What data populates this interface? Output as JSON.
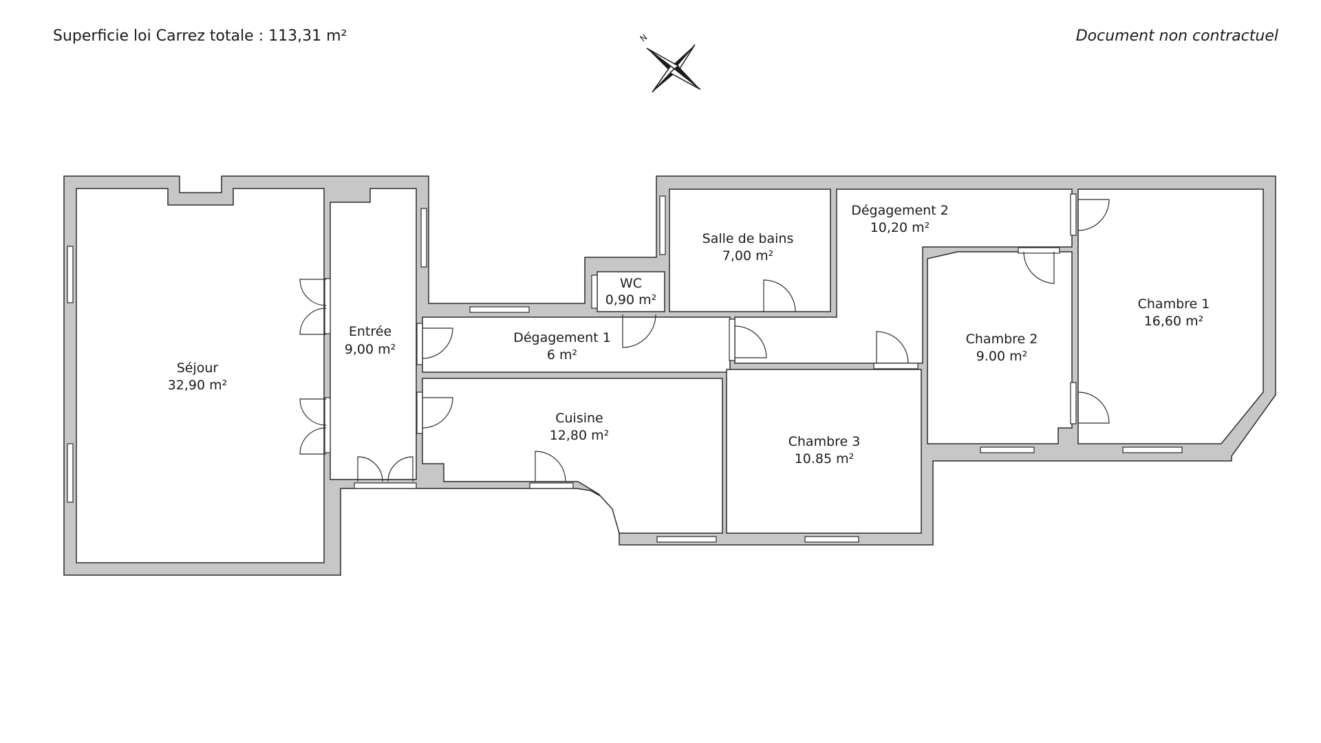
{
  "header": {
    "surface_total": "Superficie loi Carrez totale : 113,31 m²",
    "disclaimer": "Document non contractuel"
  },
  "compass": {
    "north_label": "N"
  },
  "rooms": {
    "sejour": {
      "name": "Séjour",
      "area": "32,90 m²"
    },
    "entree": {
      "name": "Entrée",
      "area": "9,00 m²"
    },
    "degagement1": {
      "name": "Dégagement 1",
      "area": "6 m²"
    },
    "cuisine": {
      "name": "Cuisine",
      "area": "12,80 m²"
    },
    "wc": {
      "name": "WC",
      "area": "0,90 m²"
    },
    "salle_bains": {
      "name": "Salle de bains",
      "area": "7,00 m²"
    },
    "degagement2": {
      "name": "Dégagement 2",
      "area": "10,20 m²"
    },
    "chambre3": {
      "name": "Chambre 3",
      "area": "10.85 m²"
    },
    "chambre2": {
      "name": "Chambre 2",
      "area": "9.00 m²"
    },
    "chambre1": {
      "name": "Chambre 1",
      "area": "16,60 m²"
    }
  },
  "colors": {
    "wall": "#c7c7c7",
    "line": "#2b2b2b"
  }
}
